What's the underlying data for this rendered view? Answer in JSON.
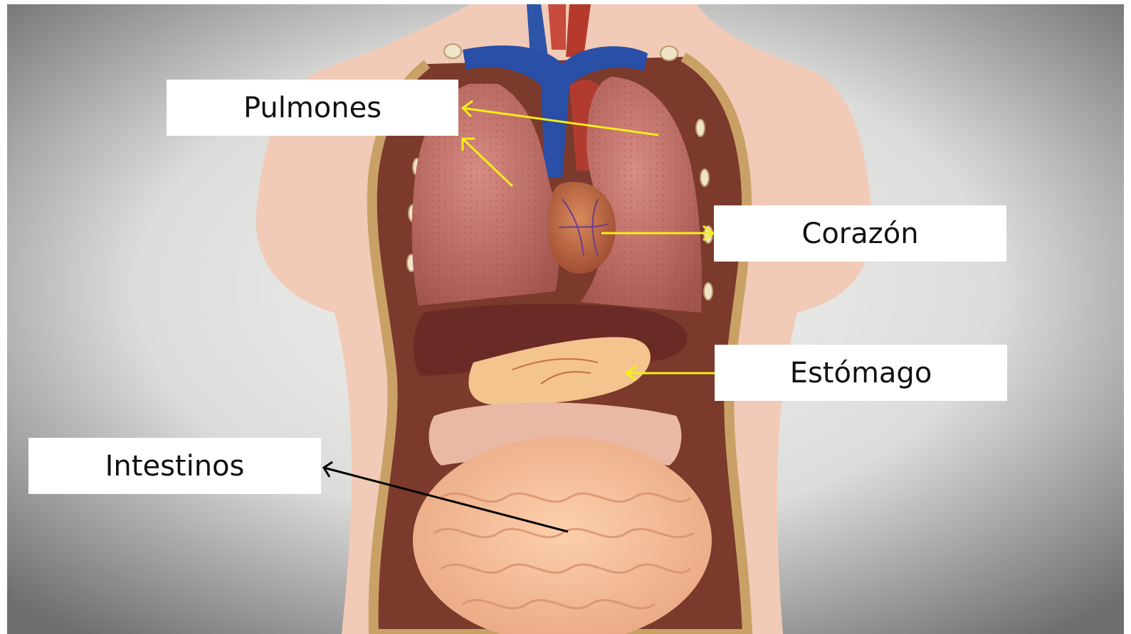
{
  "labels": {
    "pulmones": "Pulmones",
    "corazon": "Corazón",
    "estomago": "Estómago",
    "intestinos": "Intestinos"
  },
  "colors": {
    "pointer_yellow": "#f5ee18",
    "pointer_black": "#000000",
    "label_background": "#ffffff"
  },
  "image": {
    "subject": "anatomical torso model showing internal organs"
  }
}
